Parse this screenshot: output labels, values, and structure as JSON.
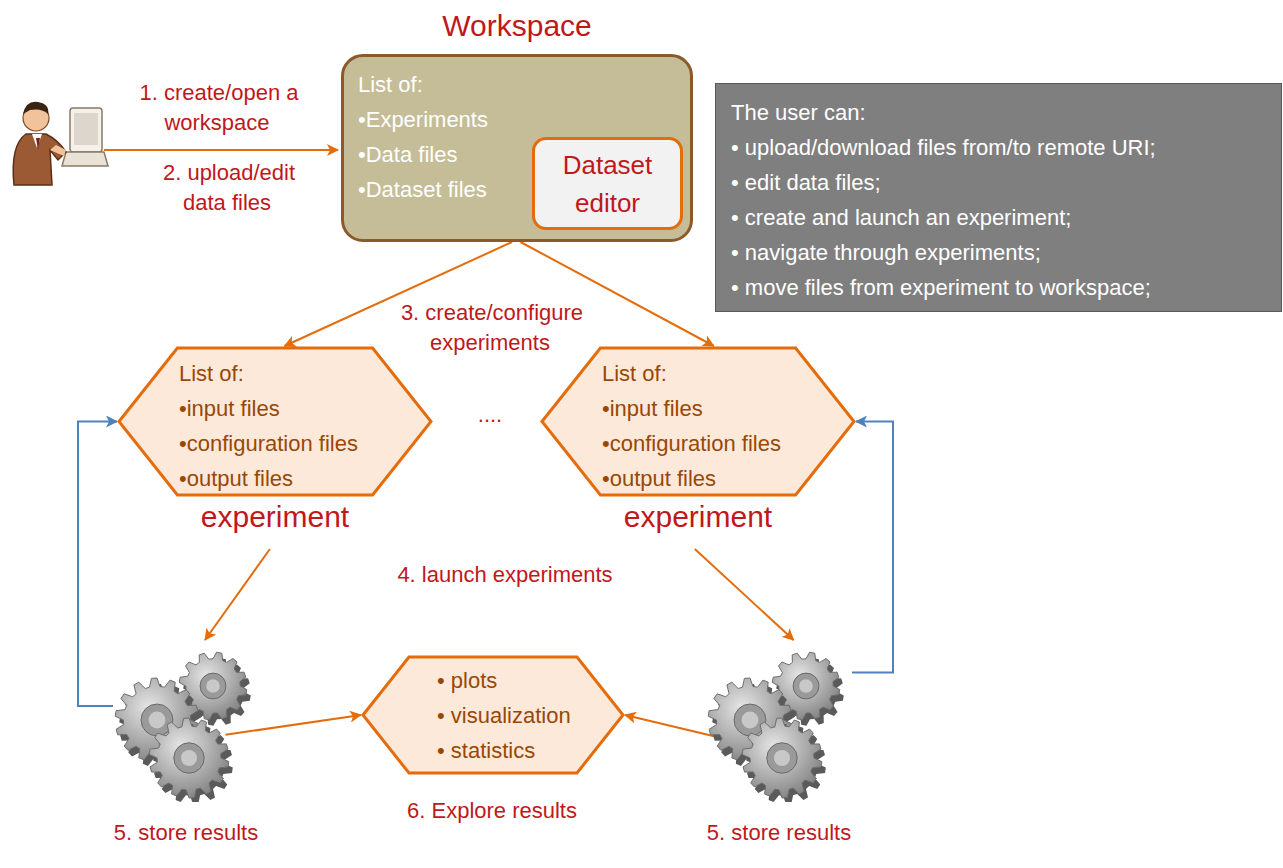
{
  "diagram": {
    "nodes": [
      {
        "text": [
          "Workspace",
          "List of:",
          "•Experiments",
          "•Data files",
          "•Dataset files"
        ]
      },
      {
        "text": [
          "Dataset editor"
        ],
        "in": 0
      },
      {
        "text": [
          "The user can:",
          "• upload/download files from/to remote URI;",
          "• edit data files;",
          "• create and launch an experiment;",
          "• navigate through experiments;",
          "• move files from experiment to workspace;"
        ]
      },
      {
        "text": [
          "List of:",
          "•input files",
          "•configuration files",
          "•output files",
          "experiment"
        ]
      },
      {
        "text": [
          "List of:",
          "•input files",
          "•configuration files",
          "•output files",
          "experiment"
        ]
      },
      {
        "text": [
          "5. store results"
        ]
      },
      {
        "text": [
          "• plots",
          "• visualization",
          "• statistics"
        ]
      },
      {
        "text": [
          "5. store results"
        ]
      }
    ],
    "edges": [
      {
        "from": 0,
        "to": 3,
        "arrow": "to"
      },
      {
        "from": 0,
        "to": 4,
        "arrow": "to"
      },
      {
        "from": 3,
        "to": 5,
        "arrow": "to"
      },
      {
        "from": 4,
        "to": 7,
        "arrow": "to"
      },
      {
        "from": 5,
        "to": 3,
        "arrow": "to"
      },
      {
        "from": 7,
        "to": 4,
        "arrow": "to"
      },
      {
        "from": 5,
        "to": 6,
        "arrow": "to"
      },
      {
        "from": 7,
        "to": 6,
        "arrow": "to"
      }
    ],
    "labels": [
      "1. create/open a workspace",
      "2. upload/edit data files",
      "3. create/configure experiments",
      "....",
      "4. launch experiments",
      "6. Explore results"
    ]
  }
}
